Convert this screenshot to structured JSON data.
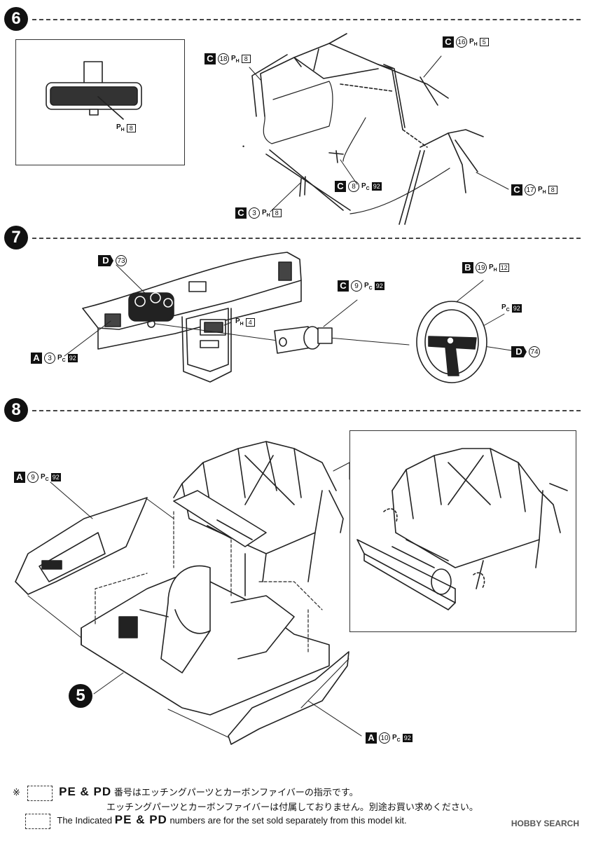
{
  "steps": {
    "s6": "6",
    "s7": "7",
    "s8": "8",
    "s5": "5"
  },
  "labels": {
    "c18": {
      "letter": "C",
      "num": "18",
      "pp": "H",
      "box": "8"
    },
    "c16": {
      "letter": "C",
      "num": "16",
      "pp": "H",
      "box": "5"
    },
    "c17": {
      "letter": "C",
      "num": "17",
      "pp": "H",
      "box": "8"
    },
    "c8": {
      "letter": "C",
      "num": "8",
      "pp": "C",
      "box": "92"
    },
    "c3": {
      "letter": "C",
      "num": "3",
      "pp": "H",
      "box": "8"
    },
    "inset6": {
      "pp": "H",
      "box": "8"
    },
    "d73": {
      "letter": "D",
      "num": "73"
    },
    "a3": {
      "letter": "A",
      "num": "3",
      "pp": "C",
      "box": "92"
    },
    "ph4": {
      "pp": "H",
      "box": "4"
    },
    "c9": {
      "letter": "C",
      "num": "9",
      "pp": "C",
      "box": "92"
    },
    "b19": {
      "letter": "B",
      "num": "19",
      "pp": "H",
      "box": "12"
    },
    "pc92": {
      "pp": "C",
      "box": "92"
    },
    "d74": {
      "letter": "D",
      "num": "74"
    },
    "a9": {
      "letter": "A",
      "num": "9",
      "pp": "C",
      "box": "92"
    },
    "a10": {
      "letter": "A",
      "num": "10",
      "pp": "C",
      "box": "92"
    }
  },
  "footer": {
    "mark": "※",
    "line1_codes": "PE & PD",
    "line1_text": "番号はエッチングパーツとカーボンファイバーの指示です。",
    "line2_text": "エッチングパーツとカーボンファイバーは付属しておりません。別途お買い求めください。",
    "line3_pre": "The Indicated",
    "line3_codes": "PE & PD",
    "line3_post": "numbers are for the set sold separately from this model kit."
  },
  "watermark": "HOBBY SEARCH"
}
